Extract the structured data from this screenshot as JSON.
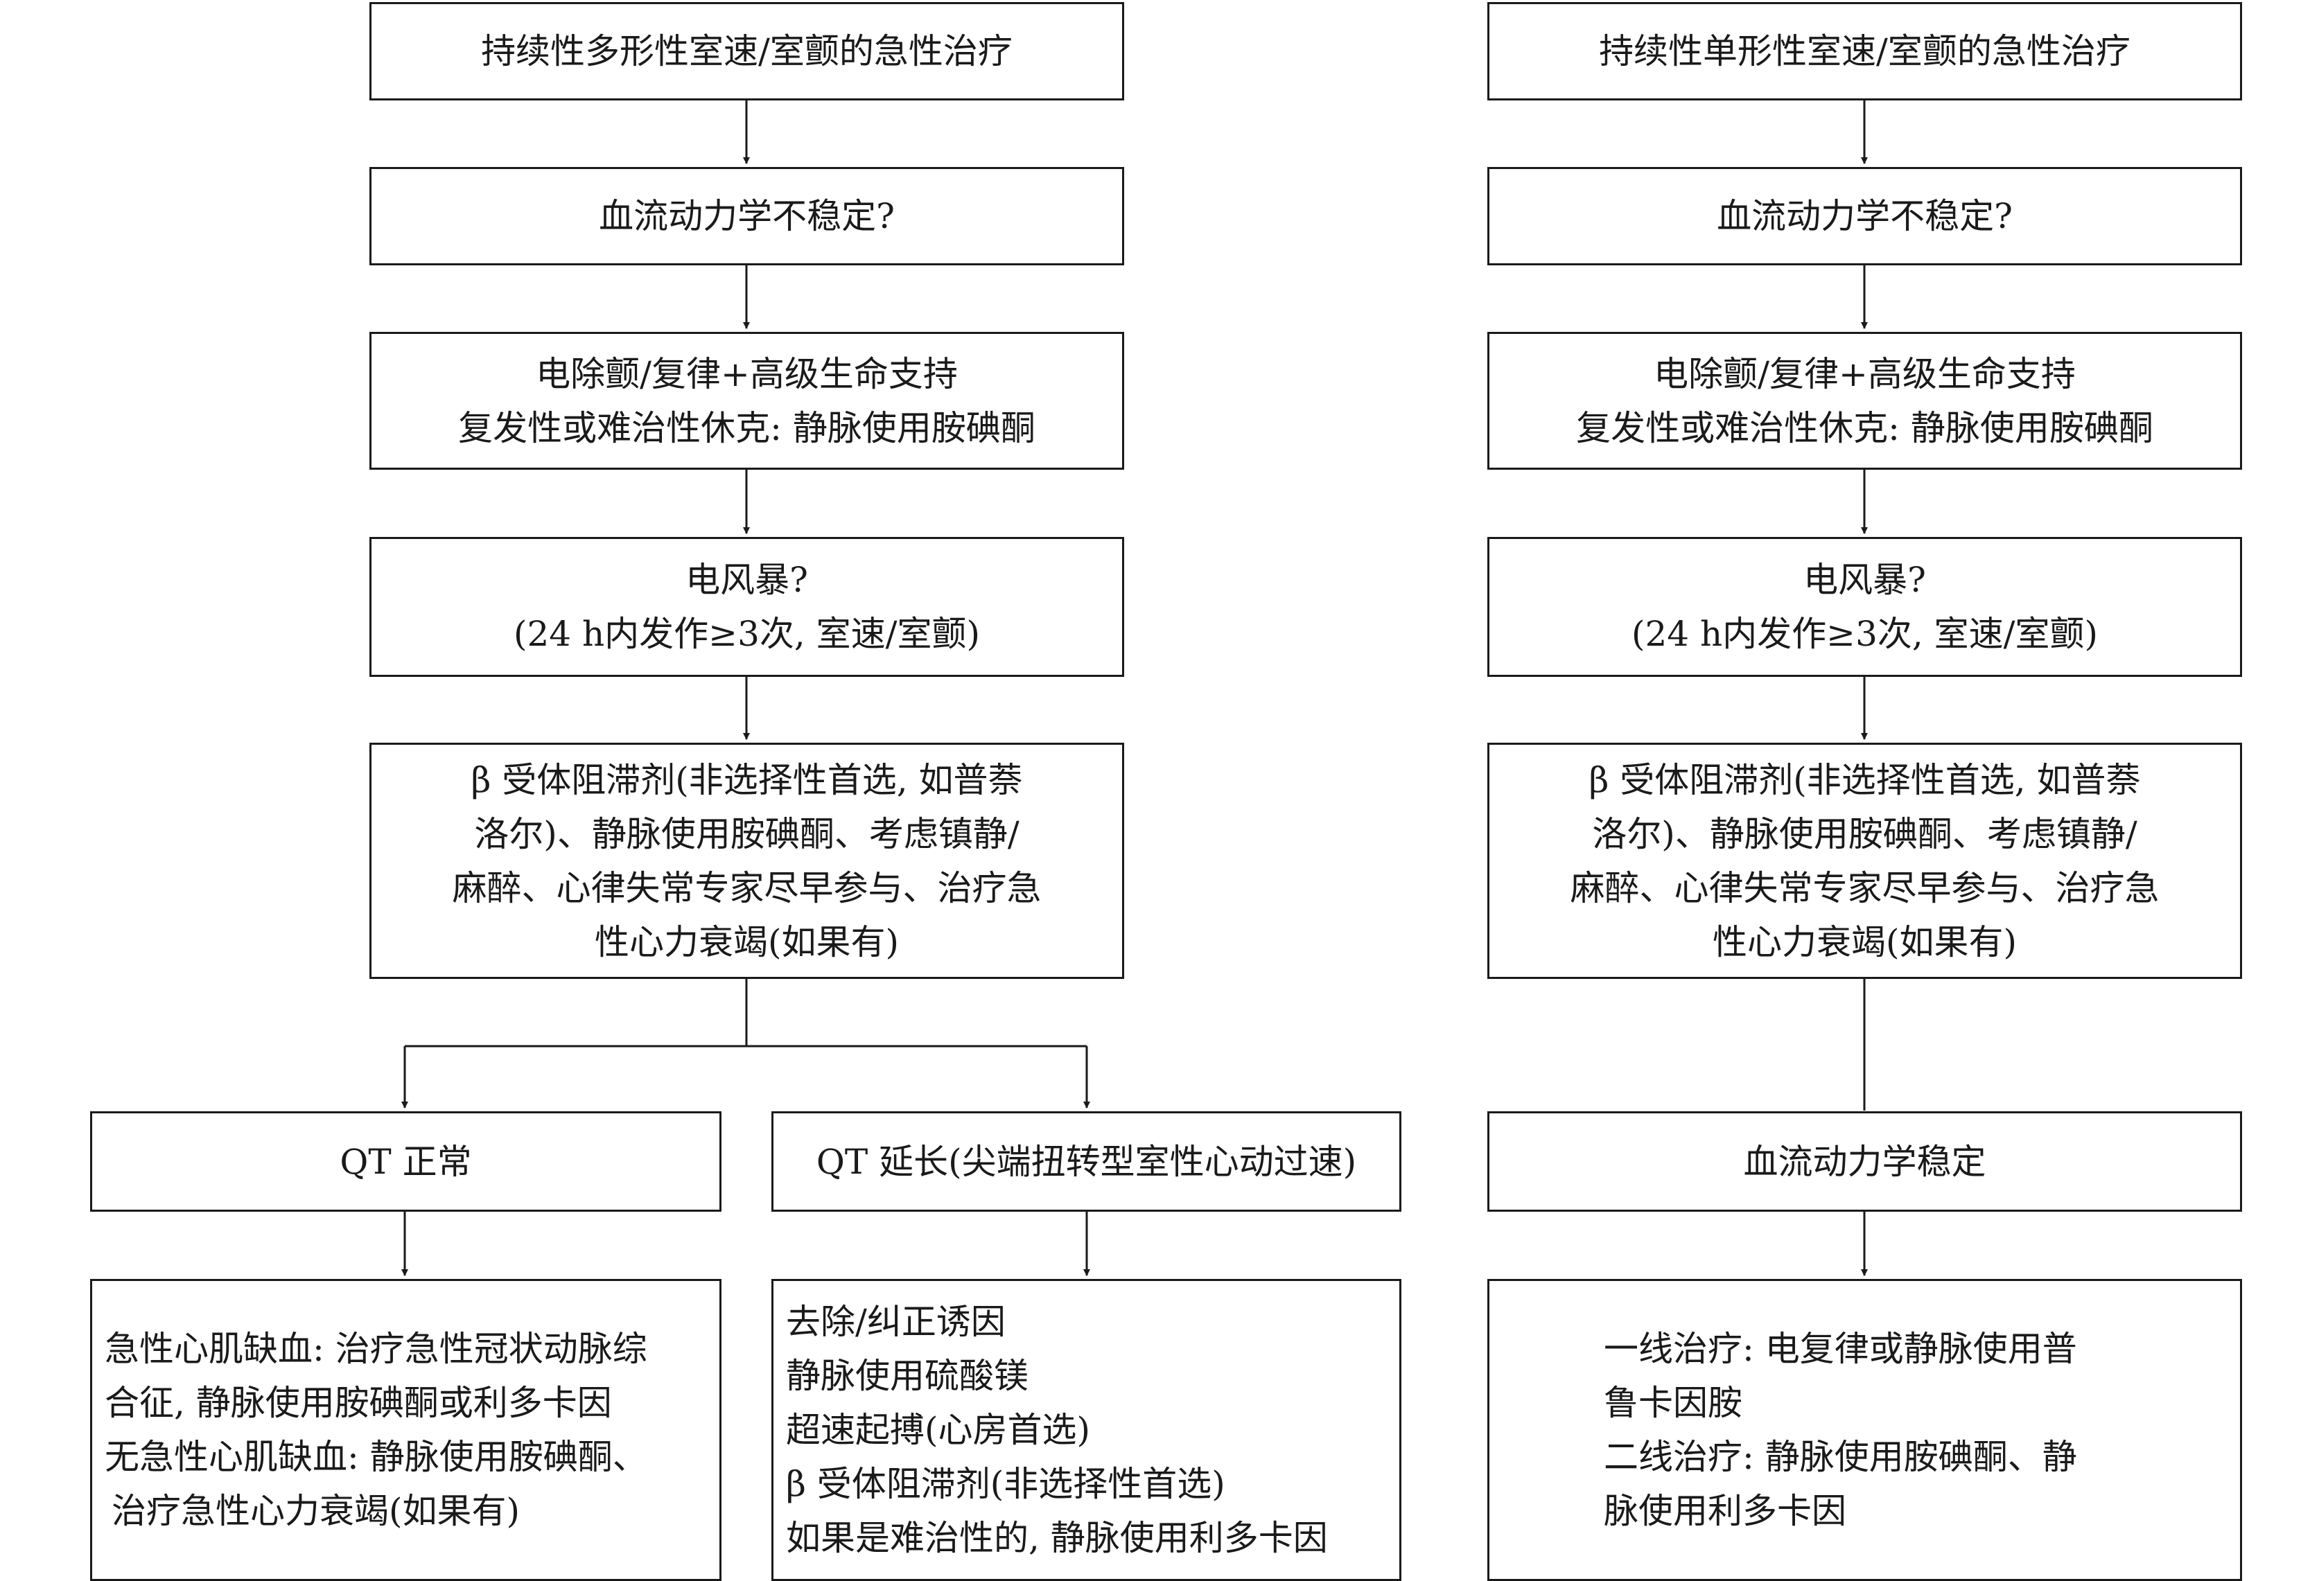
{
  "left": {
    "title": "持续性多形性室速/室颤的急性治疗",
    "hemo_unstable_q": "血流动力学不稳定?",
    "defib": [
      "电除颤/复律+高级生命支持",
      "复发性或难治性休克: 静脉使用胺碘酮"
    ],
    "storm": [
      "电风暴?",
      "(24 h内发作≥3次, 室速/室颤)"
    ],
    "beta": [
      "β 受体阻滞剂(非选择性首选, 如普萘",
      "洛尔)、静脉使用胺碘酮、考虑镇静/",
      "麻醉、心律失常专家尽早参与、治疗急",
      "性心力衰竭(如果有)"
    ],
    "qt_normal": "QT 正常",
    "qt_prolonged": "QT 延长(尖端扭转型室性心动过速)",
    "qt_normal_tx": [
      "急性心肌缺血: 治疗急性冠状动脉综",
      "合征, 静脉使用胺碘酮或利多卡因",
      "无急性心肌缺血: 静脉使用胺碘酮、",
      "治疗急性心力衰竭(如果有)"
    ],
    "qt_prolonged_tx": [
      "去除/纠正诱因",
      "静脉使用硫酸镁",
      "超速起搏(心房首选)",
      "β 受体阻滞剂(非选择性首选)",
      "如果是难治性的, 静脉使用利多卡因"
    ]
  },
  "right": {
    "title": "持续性单形性室速/室颤的急性治疗",
    "hemo_unstable_q": "血流动力学不稳定?",
    "defib": [
      "电除颤/复律+高级生命支持",
      "复发性或难治性休克: 静脉使用胺碘酮"
    ],
    "storm": [
      "电风暴?",
      "(24 h内发作≥3次, 室速/室颤)"
    ],
    "beta": [
      "β 受体阻滞剂(非选择性首选, 如普萘",
      "洛尔)、静脉使用胺碘酮、考虑镇静/",
      "麻醉、心律失常专家尽早参与、治疗急",
      "性心力衰竭(如果有)"
    ],
    "hemo_stable": "血流动力学稳定",
    "stable_tx": [
      "一线治疗: 电复律或静脉使用普",
      "鲁卡因胺",
      "二线治疗: 静脉使用胺碘酮、静",
      "脉使用利多卡因"
    ]
  }
}
